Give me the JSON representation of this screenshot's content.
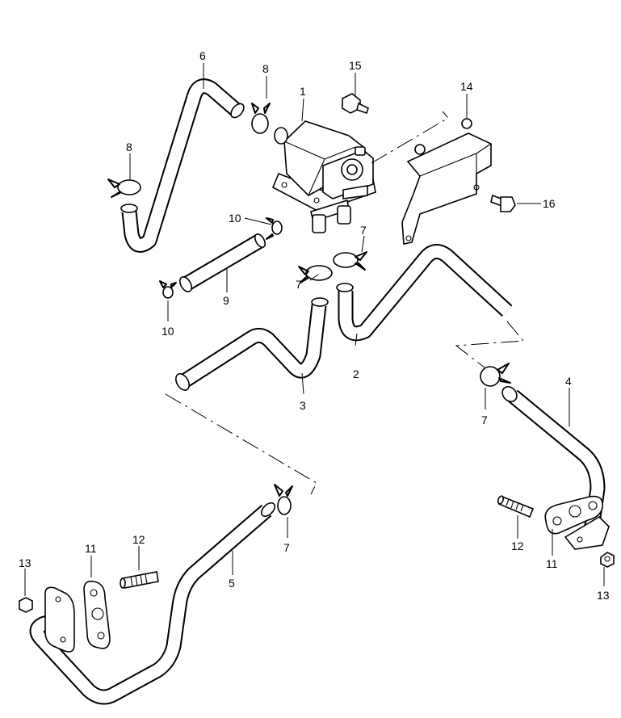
{
  "diagram": {
    "callouts": [
      "1",
      "2",
      "3",
      "4",
      "5",
      "6",
      "7",
      "8",
      "9",
      "10",
      "11",
      "12",
      "13",
      "14",
      "15",
      "16"
    ],
    "labels": {
      "c1": "1",
      "c2": "2",
      "c3": "3",
      "c4": "4",
      "c5": "5",
      "c6": "6",
      "c7a": "7",
      "c7b": "7",
      "c7c": "7",
      "c7d": "7",
      "c8a": "8",
      "c8b": "8",
      "c9": "9",
      "c10a": "10",
      "c10b": "10",
      "c11a": "11",
      "c11b": "11",
      "c12a": "12",
      "c12b": "12",
      "c13a": "13",
      "c13b": "13",
      "c14": "14",
      "c15": "15",
      "c16": "16"
    }
  }
}
